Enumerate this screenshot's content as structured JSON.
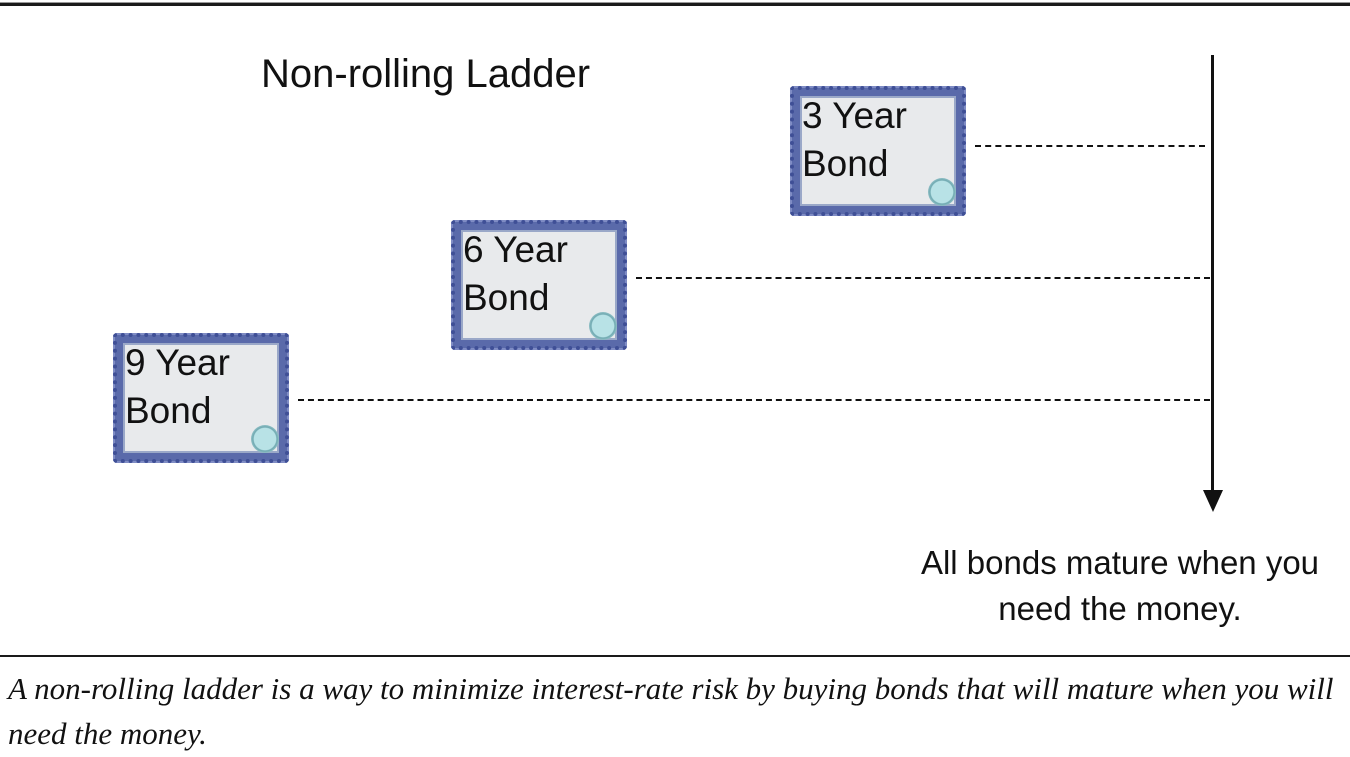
{
  "diagram": {
    "title": "Non-rolling Ladder",
    "bonds": [
      {
        "line1": "3 Year",
        "line2": "Bond",
        "term_years": 3
      },
      {
        "line1": "6 Year",
        "line2": "Bond",
        "term_years": 6
      },
      {
        "line1": "9 Year",
        "line2": "Bond",
        "term_years": 9
      }
    ],
    "maturity_note": "All bonds mature when you need the money.",
    "caption": "A non-rolling ladder is a way to minimize interest-rate risk by buying bonds that will mature when you will need the money.",
    "colors": {
      "frame": "#5a6aaa",
      "certificate_bg": "#e8eaec",
      "seal": "#b8e2e6",
      "line": "#111111"
    }
  }
}
